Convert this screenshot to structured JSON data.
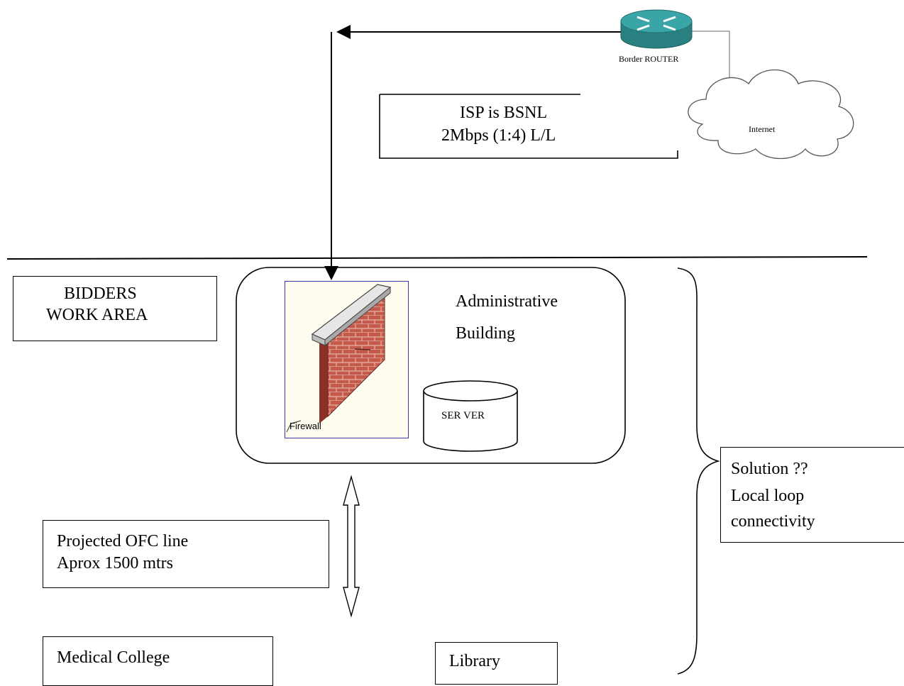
{
  "router": {
    "label": "Border ROUTER"
  },
  "internet": {
    "label": "Internet"
  },
  "isp": {
    "line1": "ISP is BSNL",
    "line2": "2Mbps (1:4) L/L"
  },
  "bidders": {
    "line1": "BIDDERS",
    "line2": "WORK AREA"
  },
  "admin": {
    "line1": "Administrative",
    "line2": "Building"
  },
  "firewall": {
    "label": "Firewall"
  },
  "server": {
    "label": "SER VER"
  },
  "solution": {
    "line1": "Solution ??",
    "line2": "Local loop",
    "line3": "connectivity"
  },
  "ofc": {
    "line1": "Projected OFC line",
    "line2": "Aprox 1500 mtrs"
  },
  "medical": {
    "label": "Medical College"
  },
  "library": {
    "label": "Library"
  },
  "colors": {
    "router": "#2a8f8f",
    "brick": "#c0564a",
    "mortar": "#e8b7a8"
  }
}
